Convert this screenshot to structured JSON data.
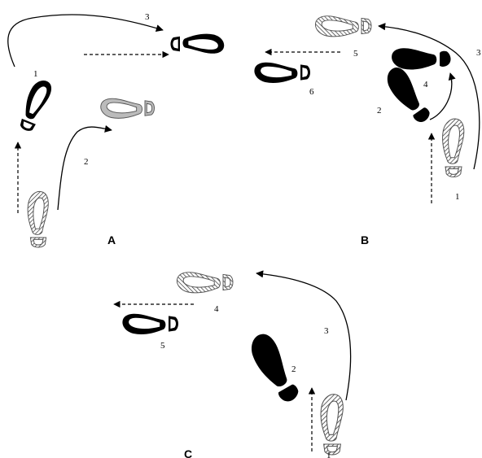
{
  "panels": [
    {
      "label": "A",
      "step_numbers": [
        "1",
        "2",
        "3"
      ]
    },
    {
      "label": "B",
      "step_numbers": [
        "1",
        "2",
        "3",
        "4",
        "5",
        "6"
      ]
    },
    {
      "label": "C",
      "step_numbers": [
        "1",
        "2",
        "3",
        "4",
        "5"
      ]
    }
  ],
  "colors": {
    "solid": "#000000",
    "hatched_gray": "#9a9a9a",
    "light_gray": "#c8c8c8",
    "arrow": "#000000"
  }
}
